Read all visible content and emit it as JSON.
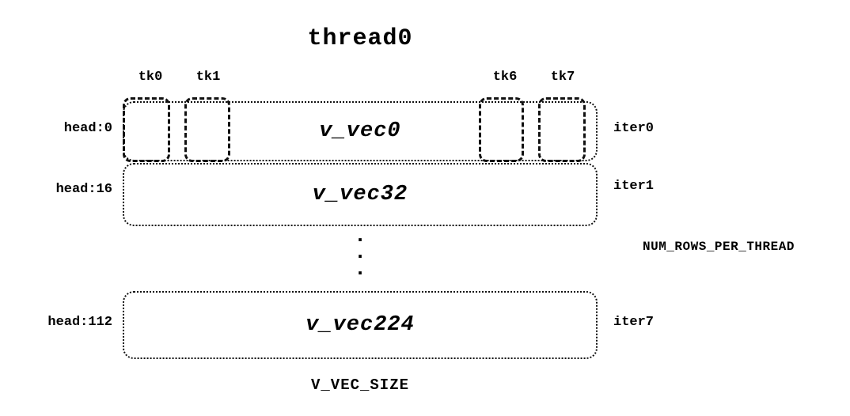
{
  "diagram": {
    "title": "thread0",
    "tk_labels": [
      {
        "label": "tk0"
      },
      {
        "label": "tk1"
      },
      {
        "label": "tk6"
      },
      {
        "label": "tk7"
      }
    ],
    "rows": [
      {
        "head": "head:0",
        "vec": "v_vec0",
        "iter": "iter0"
      },
      {
        "head": "head:16",
        "vec": "v_vec32",
        "iter": "iter1"
      },
      {
        "head": "head:112",
        "vec": "v_vec224",
        "iter": "iter7"
      }
    ],
    "ellipsis": ".\n.\n.",
    "num_rows_label": "NUM_ROWS_PER_THREAD",
    "bottom_label": "V_VEC_SIZE"
  }
}
